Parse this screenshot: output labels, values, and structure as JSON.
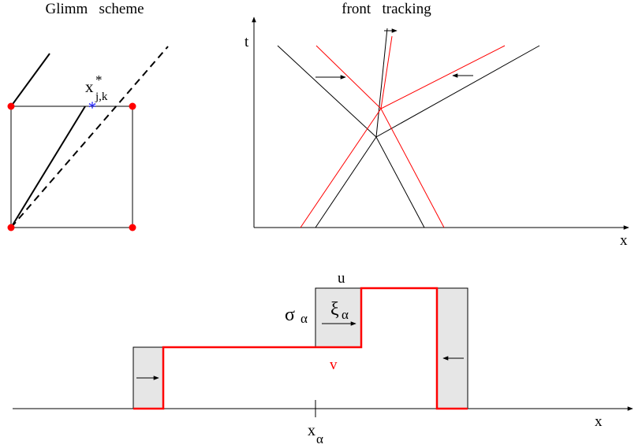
{
  "panel_glimm": {
    "title": "Glimm   scheme",
    "point_label": "x",
    "point_sup": "*",
    "point_sub": "j,k",
    "colors": {
      "dot": "#ff0000",
      "star": "#1f1fff",
      "line": "#000000"
    }
  },
  "panel_front": {
    "title": "front   tracking",
    "t_label": "t",
    "x_label": "x",
    "colors": {
      "black_line": "#000000",
      "red_line": "#ff0000"
    }
  },
  "panel_bottom": {
    "u_label": "u",
    "v_label": "v",
    "sigma_symbol": "σ",
    "sigma_sub": "α",
    "xi_symbol": "ξ",
    "xi_sub": "α",
    "xalpha_symbol": "x",
    "xalpha_sub": "α",
    "x_label": "x",
    "colors": {
      "fill": "#e6e6e6",
      "v_curve": "#ff0000",
      "v_label": "#ff0000",
      "outline": "#000000"
    }
  }
}
